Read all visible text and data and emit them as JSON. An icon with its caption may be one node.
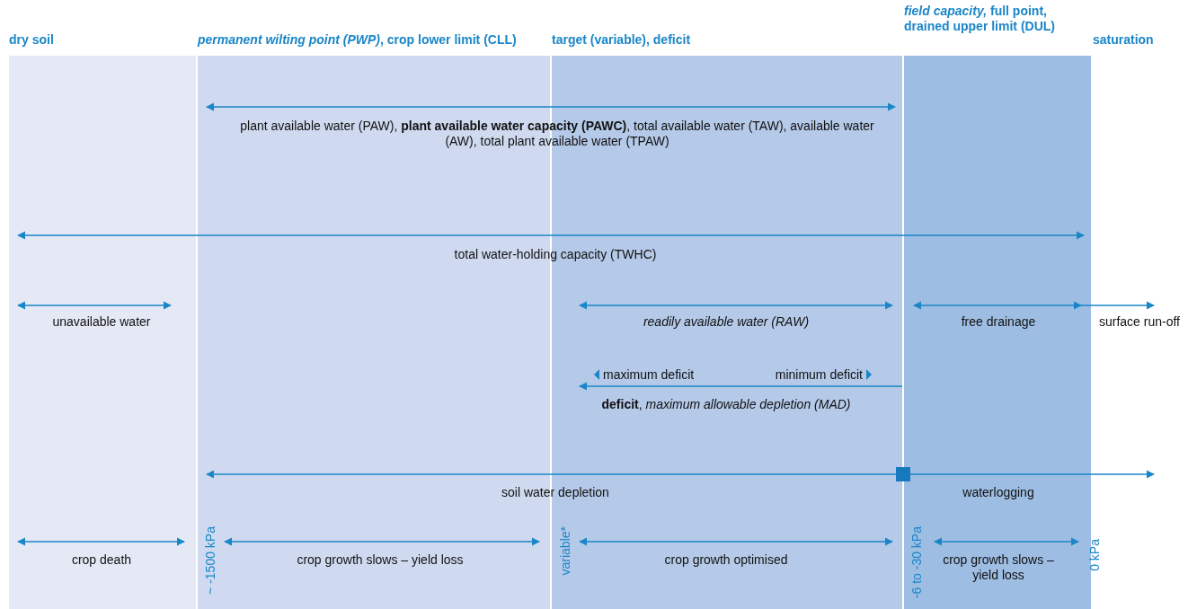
{
  "diagram": {
    "labels": [
      "dry soil",
      "*permanent wilting point (PWP)*, crop lower limit (CLL)",
      "target (variable), deficit",
      "*field capacity,* full point, drained upper limit (DUL)",
      "saturation",
      "plant available water (PAW), **plant available water capacity (PAWC)**, total available water (TAW), available water (AW), total plant available water (TPAW)",
      "total water-holding capacity (TWHC)",
      "unavailable water",
      "readily available water (RAW)",
      "free drainage",
      "surface run-off",
      "maximum deficit",
      "minimum deficit",
      "**deficit**, *maximum allowable depletion (MAD)*",
      "soil water depletion",
      "waterlogging",
      "crop death",
      "~ -1500 kPa",
      "crop growth slows – yield loss",
      "variable*",
      "crop growth optimised",
      "-6 to -30 kPa",
      "crop growth slows – yield loss",
      "0 kPa"
    ]
  }
}
